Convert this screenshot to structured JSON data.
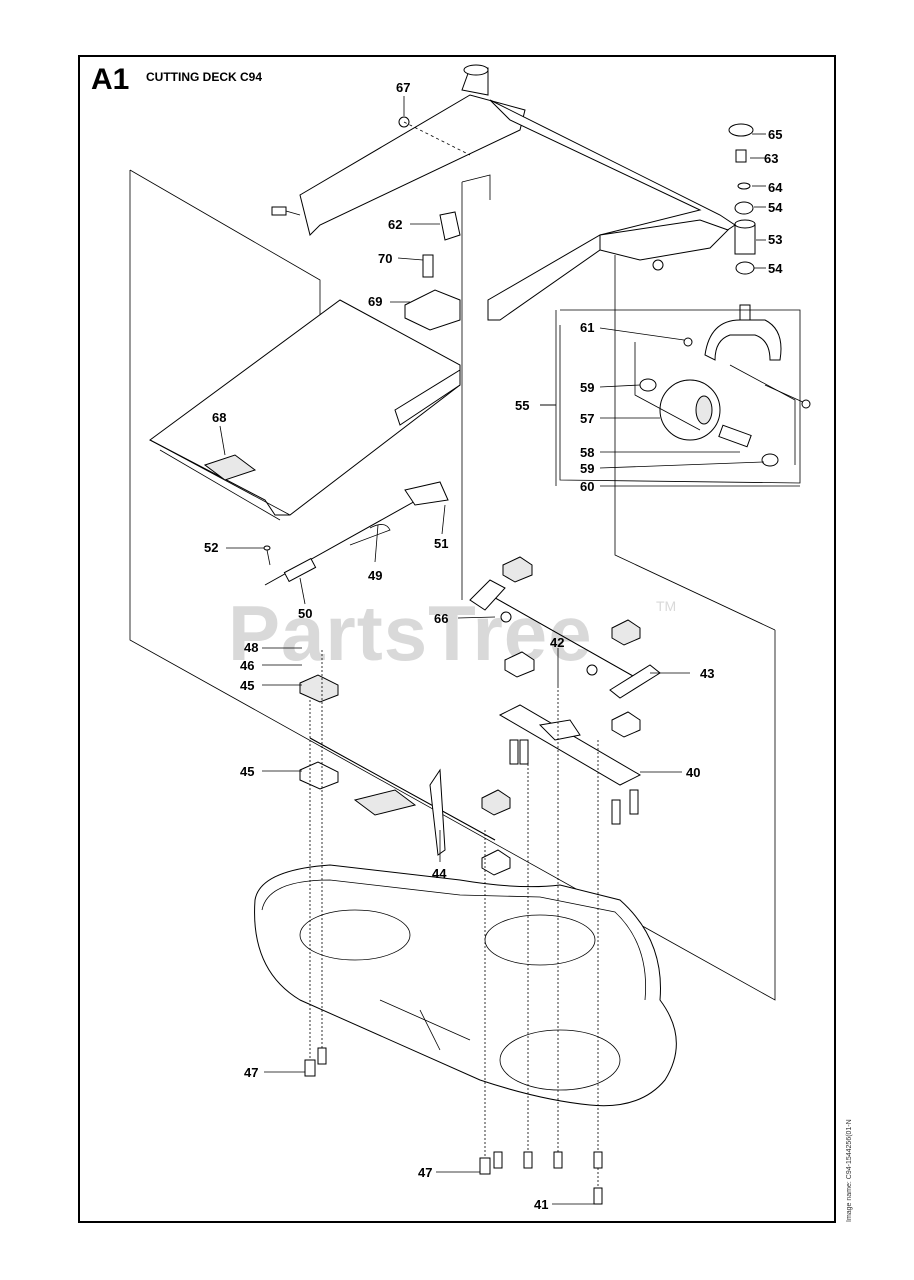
{
  "header": {
    "section_code": "A1",
    "title": "CUTTING DECK C94"
  },
  "side_caption": "Image name: C94-1544256(01-N",
  "watermark": {
    "text": "PartsTree",
    "tm": "TM"
  },
  "callouts": [
    {
      "label": "67"
    },
    {
      "label": "65"
    },
    {
      "label": "63"
    },
    {
      "label": "64"
    },
    {
      "label": "54"
    },
    {
      "label": "53"
    },
    {
      "label": "54"
    },
    {
      "label": "62"
    },
    {
      "label": "70"
    },
    {
      "label": "69"
    },
    {
      "label": "61"
    },
    {
      "label": "59"
    },
    {
      "label": "55"
    },
    {
      "label": "57"
    },
    {
      "label": "58"
    },
    {
      "label": "59"
    },
    {
      "label": "60"
    },
    {
      "label": "68"
    },
    {
      "label": "52"
    },
    {
      "label": "51"
    },
    {
      "label": "49"
    },
    {
      "label": "50"
    },
    {
      "label": "66"
    },
    {
      "label": "42"
    },
    {
      "label": "48"
    },
    {
      "label": "46"
    },
    {
      "label": "45"
    },
    {
      "label": "43"
    },
    {
      "label": "45"
    },
    {
      "label": "40"
    },
    {
      "label": "44"
    },
    {
      "label": "47"
    },
    {
      "label": "47"
    },
    {
      "label": "41"
    }
  ]
}
